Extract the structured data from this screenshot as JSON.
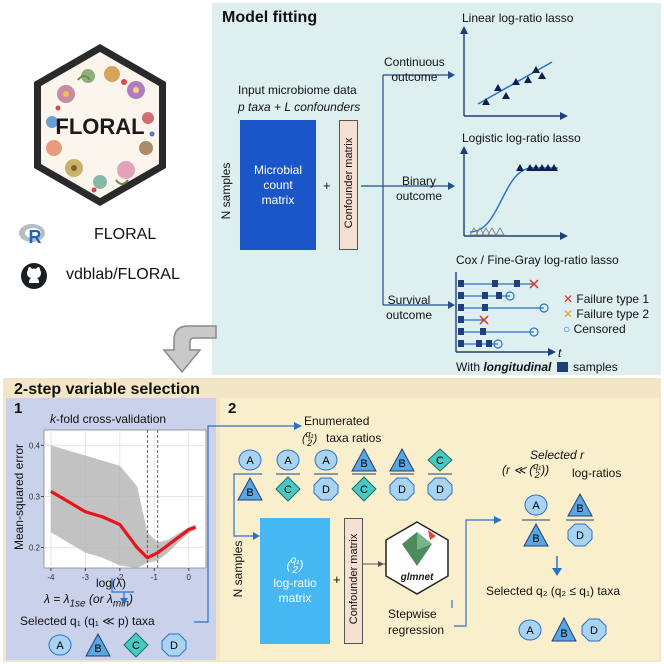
{
  "logo": {
    "wordmark": "FLORAL",
    "r_label": "FLORAL",
    "github_label": "vdblab/FLORAL"
  },
  "model_fitting": {
    "title": "Model fitting",
    "input_label": "Input microbiome data",
    "input_sub": "p taxa + L confounders",
    "n_samples": "N samples",
    "count_matrix": [
      "Microbial",
      "count",
      "matrix"
    ],
    "plus": "+",
    "confounder": "Confounder matrix",
    "continuous": [
      "Continuous",
      "outcome"
    ],
    "binary": [
      "Binary",
      "outcome"
    ],
    "survival": [
      "Survival",
      "outcome"
    ],
    "linear_title": "Linear log-ratio lasso",
    "logistic_title": "Logistic log-ratio lasso",
    "cox_title": "Cox / Fine-Gray log-ratio lasso",
    "legend": {
      "failure1": "Failure type 1",
      "failure2": "Failure type 2",
      "censored": "Censored"
    },
    "t_label": "t",
    "longitudinal_pre": "With ",
    "longitudinal_em": "longitudinal",
    "longitudinal_post": " samples"
  },
  "selection": {
    "title": "2-step variable selection",
    "step1": "1",
    "step2": "2",
    "cv_title_pre": "k",
    "cv_title_post": "-fold cross-validation",
    "mse_label": "Mean-squared error",
    "log_lambda": "log(λ)",
    "lambda_eq": "λ = λ",
    "lambda_1se": "1se",
    "lambda_or": " (or λ",
    "lambda_min": "min",
    "lambda_close": ")",
    "selected_q1": "Selected q₁ (q₁ ≪ p) taxa",
    "selected_q1_taxa": [
      "A",
      "B",
      "C",
      "D"
    ],
    "enumerated": "Enumerated",
    "taxa_ratios": "taxa ratios",
    "ratios": [
      {
        "num": "A",
        "den": "B"
      },
      {
        "num": "A",
        "den": "C"
      },
      {
        "num": "A",
        "den": "D"
      },
      {
        "num": "B",
        "den": "C"
      },
      {
        "num": "B",
        "den": "D"
      },
      {
        "num": "C",
        "den": "D"
      }
    ],
    "n_samples": "N samples",
    "logratio_matrix": [
      "log-ratio",
      "matrix"
    ],
    "plus": "+",
    "confounder": "Confounder matrix",
    "glmnet": "glmnet",
    "stepwise": [
      "Stepwise",
      "regression"
    ],
    "selected_r": "Selected r",
    "selected_r_sub": "log-ratios",
    "selected_ratios": [
      {
        "num": "A",
        "den": "B"
      },
      {
        "num": "B",
        "den": "D"
      }
    ],
    "selected_q2": "Selected q₂ (q₂ ≤ q₁) taxa",
    "selected_q2_taxa": [
      "A",
      "B",
      "D"
    ]
  },
  "chart_data": {
    "type": "line",
    "title": "k-fold cross-validation",
    "xlabel": "log(λ)",
    "ylabel": "Mean-squared error",
    "x_ticks": [
      -4,
      -3,
      -2,
      -1,
      0
    ],
    "y_ticks": [
      0.2,
      0.3,
      0.4
    ],
    "xlim": [
      -4.2,
      0.5
    ],
    "ylim": [
      0.16,
      0.43
    ],
    "x": [
      -4.0,
      -3.5,
      -3.0,
      -2.5,
      -2.0,
      -1.5,
      -1.2,
      -0.9,
      -0.6,
      -0.3,
      0.0,
      0.2
    ],
    "y": [
      0.31,
      0.29,
      0.27,
      0.26,
      0.245,
      0.2,
      0.18,
      0.19,
      0.205,
      0.22,
      0.235,
      0.24
    ],
    "upper": [
      0.4,
      0.39,
      0.38,
      0.37,
      0.36,
      0.32,
      0.23,
      0.21,
      0.215,
      0.228,
      0.24,
      0.245
    ],
    "lower": [
      0.23,
      0.21,
      0.19,
      0.18,
      0.165,
      0.16,
      0.17,
      0.175,
      0.19,
      0.21,
      0.228,
      0.235
    ],
    "vlines": [
      -1.2,
      -0.9
    ],
    "grid": true,
    "line_color": "#e8141c",
    "band_color": "#b3b3b3"
  }
}
